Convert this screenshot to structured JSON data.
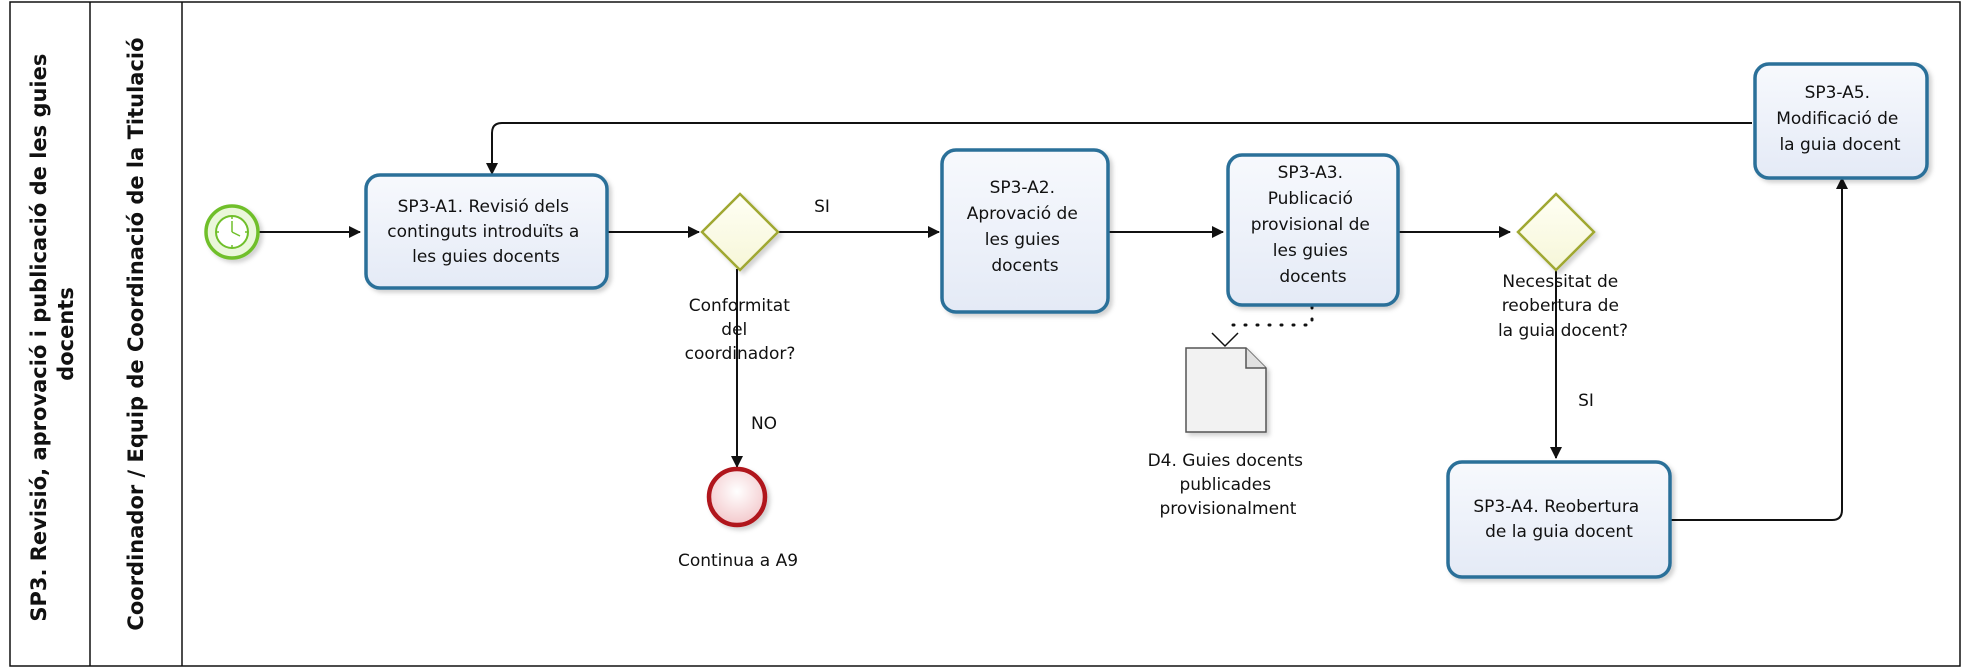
{
  "pool": {
    "title_lines": [
      "SP3. Revisió, aprovació i publicació de les guies",
      "docents"
    ]
  },
  "lane": {
    "title": "Coordinador / Equip de Coordinació de la Titulació"
  },
  "tasks": {
    "a1": {
      "lines": [
        "SP3-A1. Revisió dels",
        "continguts introduïts a",
        "les guies docents"
      ]
    },
    "a2": {
      "lines": [
        "SP3-A2.",
        "Aprovació de",
        "les guies",
        "docents"
      ]
    },
    "a3": {
      "lines": [
        "SP3-A3.",
        "Publicació",
        "provisional de",
        "les guies",
        "docents"
      ]
    },
    "a4": {
      "lines": [
        "SP3-A4. Reobertura",
        "de la guia docent"
      ]
    },
    "a5": {
      "lines": [
        "SP3-A5.",
        "Modificació de",
        "la guia docent"
      ]
    }
  },
  "gateways": {
    "g1": {
      "lines": [
        "Conformitat",
        "del",
        "coordinador?"
      ]
    },
    "g2": {
      "lines": [
        "Necessitat de",
        "reobertura de",
        "la guia docent?"
      ]
    }
  },
  "flow_labels": {
    "si_1": "SI",
    "no_1": "NO",
    "si_2": "SI"
  },
  "end_event": {
    "label": "Continua a A9"
  },
  "document": {
    "lines": [
      "D4. Guies docents",
      "publicades",
      "provisionalment"
    ]
  },
  "colors": {
    "task_border": "#2c6f99",
    "task_fill": "#eef2fa",
    "gateway_border": "#a0a832",
    "start_event": "#6fbf2a",
    "end_event": "#b0131c"
  }
}
